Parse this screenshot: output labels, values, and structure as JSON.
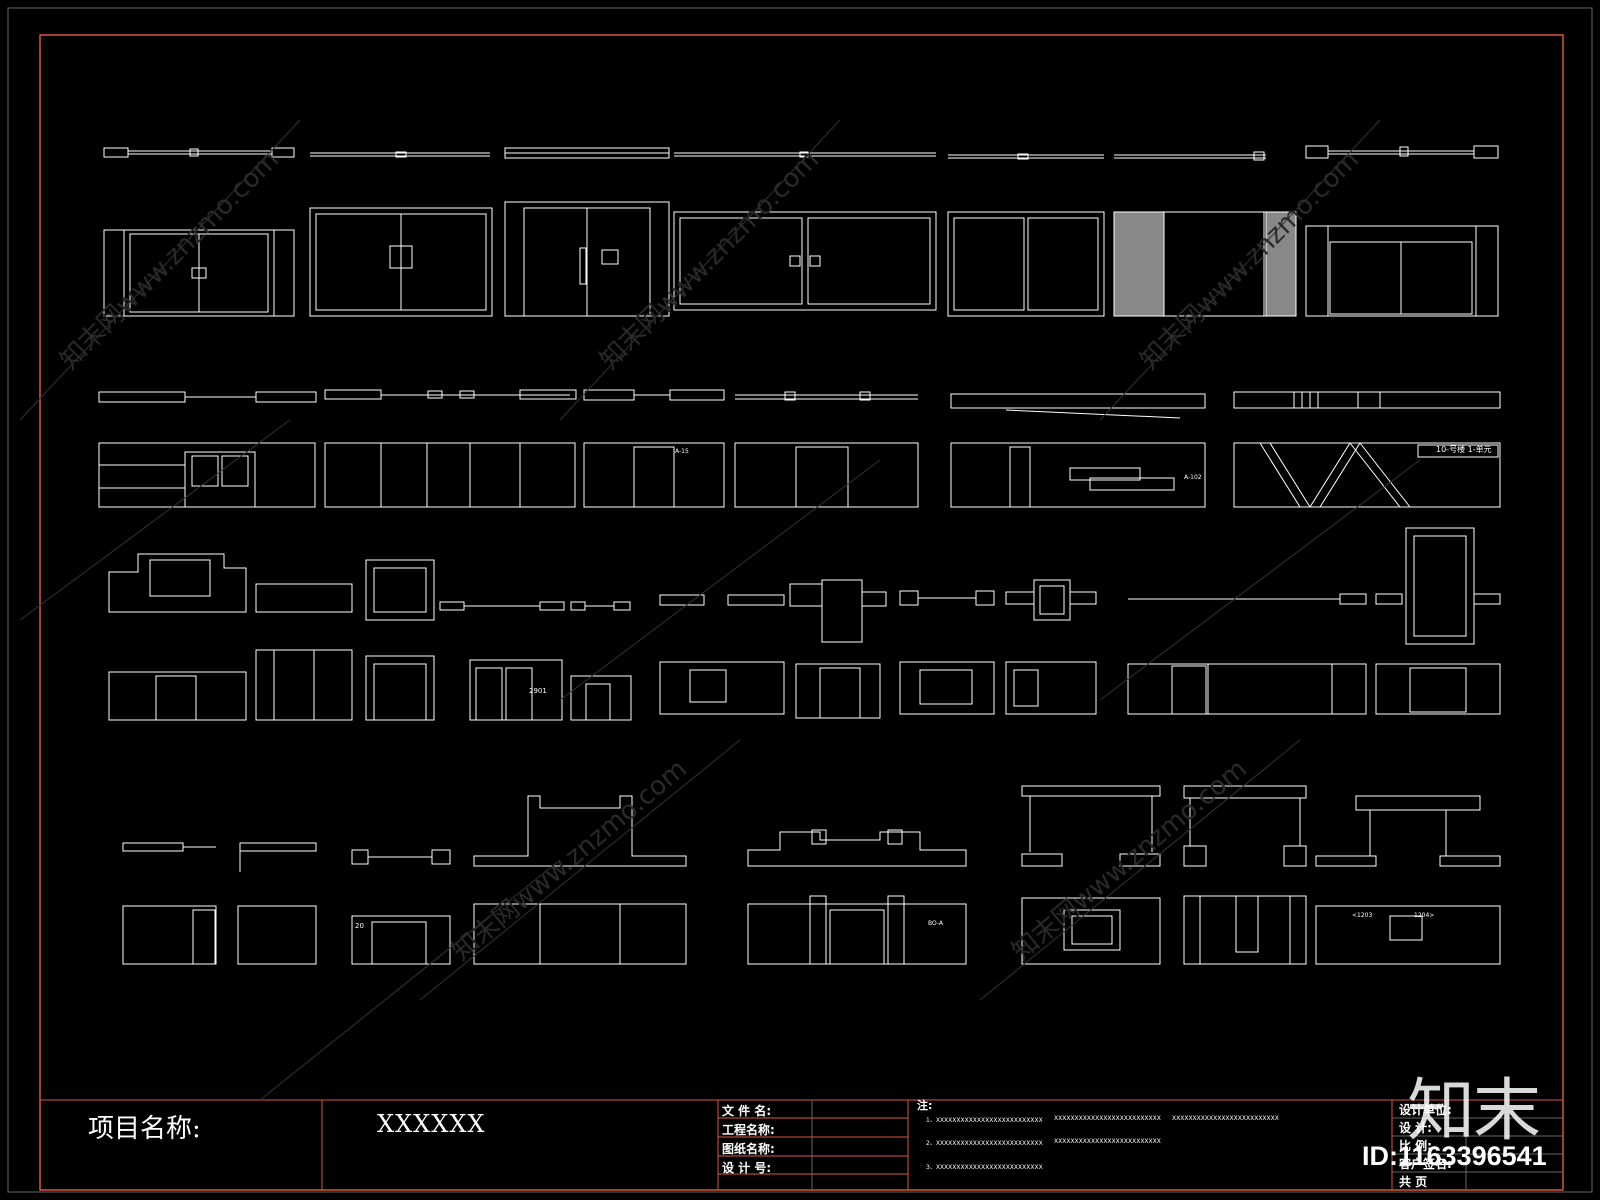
{
  "title_block": {
    "project_label": "项目名称:",
    "project_value": "XXXXXX",
    "fields": [
      "文 件 名:",
      "工程名称:",
      "图纸名称:",
      "设 计 号:"
    ],
    "notes_title": "注:",
    "notes": [
      "1、XXXXXXXXXXXXXXXXXXXXXXXXXX",
      "XXXXXXXXXXXXXXXXXXXXXXXXXX",
      "XXXXXXXXXXXXXXXXXXXXXXXXXX",
      "2、XXXXXXXXXXXXXXXXXXXXXXXXXX",
      "XXXXXXXXXXXXXXXXXXXXXXXXXX",
      "3、XXXXXXXXXXXXXXXXXXXXXXXXXX"
    ],
    "right_fields": [
      "设计单位:",
      "设  计:",
      "比  例:",
      "客户签名:",
      "共  页"
    ]
  },
  "drawing_labels": {
    "unit_sign": "10-号楼 1-单元",
    "code_a102": "A-102",
    "code_a15": "A-15",
    "code_2901": "2901",
    "code_20": "20",
    "code_boa": "BO-A",
    "code_1203": "<1203",
    "code_1204": "1204>"
  },
  "watermark": {
    "brand": "知末",
    "id": "ID:1163396541",
    "site_text": "知末网www.znzmo.com"
  },
  "colors": {
    "background": "#000000",
    "line": "#ffffff",
    "border": "#d9573d"
  }
}
